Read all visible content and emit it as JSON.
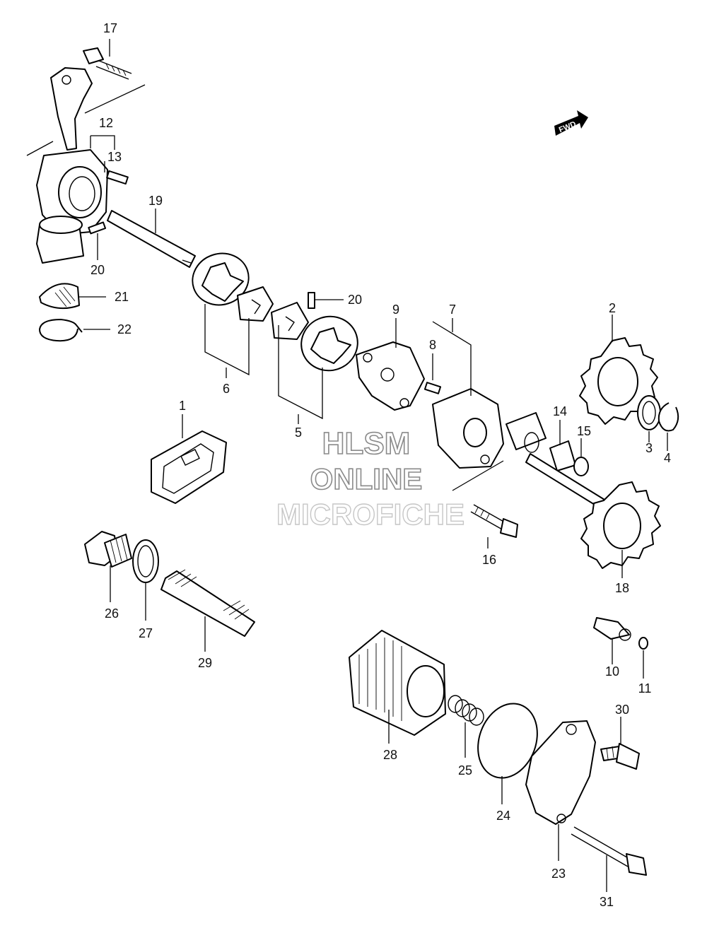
{
  "watermark": {
    "line1": "HLSM",
    "line2": "ONLINE",
    "line3": "MICROFICHE"
  },
  "fwd_badge": {
    "text": "FWD"
  },
  "callouts": {
    "c1": "1",
    "c2": "2",
    "c3": "3",
    "c4": "4",
    "c5": "5",
    "c6": "6",
    "c7": "7",
    "c8": "8",
    "c9": "9",
    "c10": "10",
    "c11": "11",
    "c12": "12",
    "c13": "13",
    "c14": "14",
    "c15": "15",
    "c16": "16",
    "c17": "17",
    "c18": "18",
    "c19": "19",
    "c20a": "20",
    "c20b": "20",
    "c21": "21",
    "c22": "22",
    "c23": "23",
    "c24": "24",
    "c25": "25",
    "c26": "26",
    "c27": "27",
    "c28": "28",
    "c29": "29",
    "c30": "30",
    "c31": "31"
  }
}
